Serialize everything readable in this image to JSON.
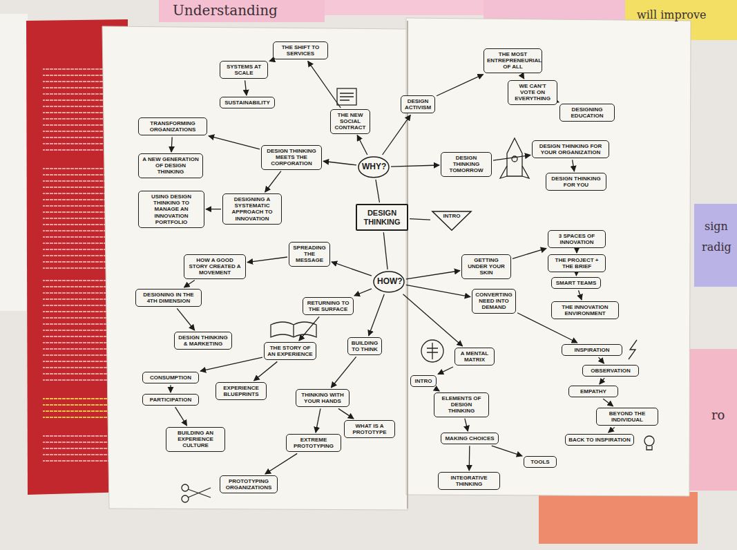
{
  "diagram": {
    "nodes": [
      {
        "text": [
          "DESIGN THINKING"
        ]
      },
      {
        "text": [
          "WHY?"
        ]
      },
      {
        "text": [
          "HOW?"
        ]
      },
      {
        "text": [
          "INTRO"
        ]
      },
      {
        "text": [
          "THE SHIFT TO SERVICES"
        ]
      },
      {
        "text": [
          "SYSTEMS AT SCALE"
        ]
      },
      {
        "text": [
          "SUSTAINABILITY"
        ]
      },
      {
        "text": [
          "THE NEW SOCIAL CONTRACT"
        ]
      },
      {
        "text": [
          "DESIGN ACTIVISM"
        ]
      },
      {
        "text": [
          "THE MOST ENTREPRENEURIAL OF ALL"
        ]
      },
      {
        "text": [
          "WE CAN'T VOTE ON EVERYTHING"
        ]
      },
      {
        "text": [
          "DESIGNING EDUCATION"
        ]
      },
      {
        "text": [
          "DESIGN THINKING TOMORROW"
        ]
      },
      {
        "text": [
          "DESIGN THINKING FOR YOUR ORGANIZATION"
        ]
      },
      {
        "text": [
          "DESIGN THINKING FOR YOU"
        ]
      },
      {
        "text": [
          "TRANSFORMING ORGANIZATIONS"
        ]
      },
      {
        "text": [
          "DESIGN THINKING MEETS THE CORPORATION"
        ]
      },
      {
        "text": [
          "A NEW GENERATION OF DESIGN THINKING"
        ]
      },
      {
        "text": [
          "USING DESIGN THINKING TO MANAGE AN INNOVATION PORTFOLIO"
        ]
      },
      {
        "text": [
          "DESIGNING A SYSTEMATIC APPROACH TO INNOVATION"
        ]
      },
      {
        "text": [
          "SPREADING THE MESSAGE"
        ]
      },
      {
        "text": [
          "HOW A GOOD STORY CREATED A MOVEMENT"
        ]
      },
      {
        "text": [
          "DESIGNING IN THE 4TH DIMENSION"
        ]
      },
      {
        "text": [
          "RETURNING TO THE SURFACE"
        ]
      },
      {
        "text": [
          "DESIGN THINKING & MARKETING"
        ]
      },
      {
        "text": [
          "THE STORY OF AN EXPERIENCE"
        ]
      },
      {
        "text": [
          "BUILDING TO THINK"
        ]
      },
      {
        "text": [
          "CONSUMPTION"
        ]
      },
      {
        "text": [
          "PARTICIPATION"
        ]
      },
      {
        "text": [
          "EXPERIENCE BLUEPRINTS"
        ]
      },
      {
        "text": [
          "BUILDING AN EXPERIENCE CULTURE"
        ]
      },
      {
        "text": [
          "THINKING WITH YOUR HANDS"
        ]
      },
      {
        "text": [
          "WHAT IS A PROTOTYPE"
        ]
      },
      {
        "text": [
          "EXTREME PROTOTYPING"
        ]
      },
      {
        "text": [
          "PROTOTYPING ORGANIZATIONS"
        ]
      },
      {
        "text": [
          "GETTING UNDER YOUR SKIN"
        ]
      },
      {
        "text": [
          "3 SPACES OF INNOVATION"
        ]
      },
      {
        "text": [
          "THE PROJECT + THE BRIEF"
        ]
      },
      {
        "text": [
          "SMART TEAMS"
        ]
      },
      {
        "text": [
          "THE INNOVATION ENVIRONMENT"
        ]
      },
      {
        "text": [
          "CONVERTING NEED INTO DEMAND"
        ]
      },
      {
        "text": [
          "INSPIRATION"
        ]
      },
      {
        "text": [
          "OBSERVATION"
        ]
      },
      {
        "text": [
          "EMPATHY"
        ]
      },
      {
        "text": [
          "BEYOND THE INDIVIDUAL"
        ]
      },
      {
        "text": [
          "BACK TO INSPIRATION"
        ]
      },
      {
        "text": [
          "A MENTAL MATRIX"
        ]
      },
      {
        "text": [
          "INTRO"
        ]
      },
      {
        "text": [
          "ELEMENTS OF DESIGN THINKING"
        ]
      },
      {
        "text": [
          "MAKING CHOICES"
        ]
      },
      {
        "text": [
          "TOOLS"
        ]
      },
      {
        "text": [
          "INTEGRATIVE THINKING"
        ]
      }
    ],
    "edges": [
      {
        "from": 0,
        "to": 1,
        "arrow": "none"
      },
      {
        "from": 0,
        "to": 2,
        "arrow": "none"
      },
      {
        "from": 0,
        "to": 3,
        "arrow": "none"
      },
      {
        "from": 1,
        "to": 16,
        "arrow": "to"
      },
      {
        "from": 1,
        "to": 7,
        "arrow": "to"
      },
      {
        "from": 1,
        "to": 8,
        "arrow": "to"
      },
      {
        "from": 1,
        "to": 12,
        "arrow": "to"
      },
      {
        "from": 7,
        "to": 4,
        "arrow": "to"
      },
      {
        "from": 4,
        "to": 5,
        "arrow": "to"
      },
      {
        "from": 5,
        "to": 6,
        "arrow": "to"
      },
      {
        "from": 8,
        "to": 9,
        "arrow": "to"
      },
      {
        "from": 9,
        "to": 10,
        "arrow": "to"
      },
      {
        "from": 10,
        "to": 11,
        "arrow": "to"
      },
      {
        "from": 12,
        "to": 13,
        "arrow": "to"
      },
      {
        "from": 13,
        "to": 14,
        "arrow": "to"
      },
      {
        "from": 16,
        "to": 15,
        "arrow": "to"
      },
      {
        "from": 15,
        "to": 17,
        "arrow": "to"
      },
      {
        "from": 16,
        "to": 19,
        "arrow": "to"
      },
      {
        "from": 19,
        "to": 18,
        "arrow": "to"
      },
      {
        "from": 2,
        "to": 20,
        "arrow": "to"
      },
      {
        "from": 20,
        "to": 21,
        "arrow": "to"
      },
      {
        "from": 21,
        "to": 22,
        "arrow": "to"
      },
      {
        "from": 22,
        "to": 24,
        "arrow": "to"
      },
      {
        "from": 2,
        "to": 23,
        "arrow": "to"
      },
      {
        "from": 23,
        "to": 25,
        "arrow": "to"
      },
      {
        "from": 25,
        "to": 27,
        "arrow": "to"
      },
      {
        "from": 27,
        "to": 28,
        "arrow": "to"
      },
      {
        "from": 28,
        "to": 30,
        "arrow": "to"
      },
      {
        "from": 25,
        "to": 29,
        "arrow": "to"
      },
      {
        "from": 2,
        "to": 26,
        "arrow": "to"
      },
      {
        "from": 26,
        "to": 31,
        "arrow": "to"
      },
      {
        "from": 31,
        "to": 32,
        "arrow": "to"
      },
      {
        "from": 31,
        "to": 33,
        "arrow": "to"
      },
      {
        "from": 33,
        "to": 34,
        "arrow": "to"
      },
      {
        "from": 2,
        "to": 35,
        "arrow": "to"
      },
      {
        "from": 35,
        "to": 36,
        "arrow": "to"
      },
      {
        "from": 36,
        "to": 37,
        "arrow": "to"
      },
      {
        "from": 37,
        "to": 38,
        "arrow": "to"
      },
      {
        "from": 38,
        "to": 39,
        "arrow": "to"
      },
      {
        "from": 2,
        "to": 40,
        "arrow": "to"
      },
      {
        "from": 40,
        "to": 41,
        "arrow": "to"
      },
      {
        "from": 41,
        "to": 42,
        "arrow": "to"
      },
      {
        "from": 42,
        "to": 43,
        "arrow": "to"
      },
      {
        "from": 43,
        "to": 44,
        "arrow": "to"
      },
      {
        "from": 44,
        "to": 45,
        "arrow": "to"
      },
      {
        "from": 2,
        "to": 46,
        "arrow": "to"
      },
      {
        "from": 46,
        "to": 47,
        "arrow": "to"
      },
      {
        "from": 47,
        "to": 48,
        "arrow": "to"
      },
      {
        "from": 48,
        "to": 49,
        "arrow": "to"
      },
      {
        "from": 49,
        "to": 50,
        "arrow": "to"
      },
      {
        "from": 49,
        "to": 51,
        "arrow": "to"
      }
    ],
    "labels": [
      "Understanding",
      "will improve",
      "sign",
      "radig",
      "ro"
    ]
  }
}
